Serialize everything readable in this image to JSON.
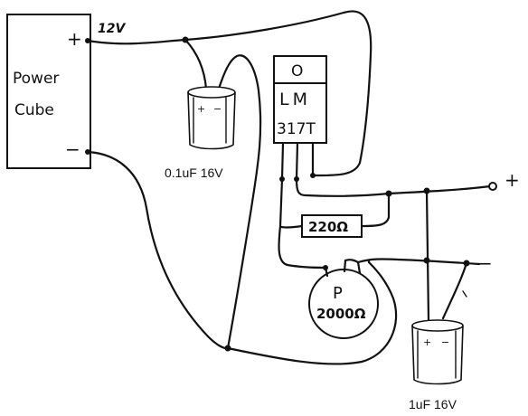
{
  "power_cube": {
    "label_line1": "Power",
    "label_line2": "Cube",
    "plus": "+",
    "minus": "−",
    "voltage": "12V"
  },
  "regulator": {
    "tab": "O",
    "line1": "LM",
    "line2": "317T"
  },
  "cap_input": {
    "label": "0.1uF 16V",
    "plus": "+",
    "minus": "−"
  },
  "cap_output": {
    "label": "1uF 16V",
    "plus": "+",
    "minus": "−"
  },
  "resistor": {
    "value": "220Ω"
  },
  "potentiometer": {
    "line1": "P",
    "line2": "2000Ω"
  },
  "outputs": {
    "plus": "+",
    "minus": "−"
  }
}
